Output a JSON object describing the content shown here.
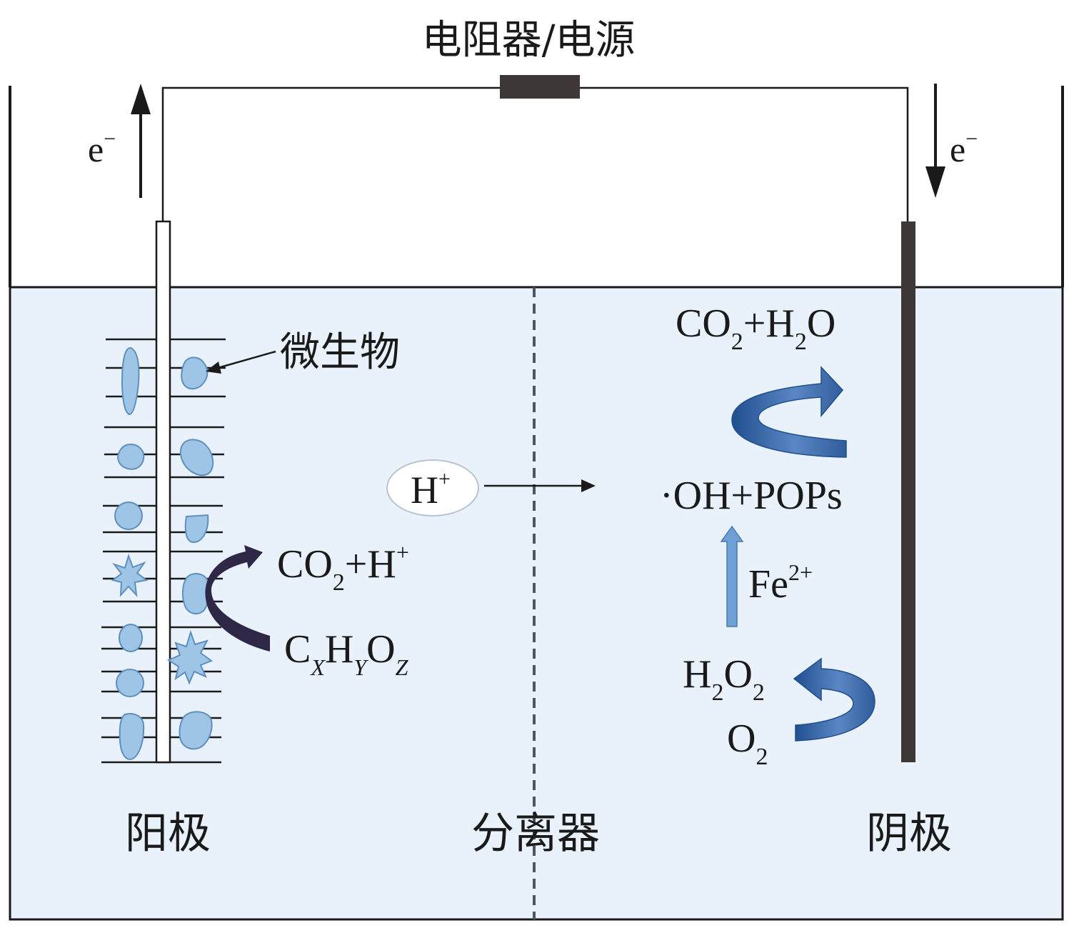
{
  "labels": {
    "title": "电阻器/电源",
    "electron_left": "e",
    "electron_right": "e",
    "electron_sup": "−",
    "microbe": "微生物",
    "anode": "阳极",
    "separator": "分离器",
    "cathode": "阴极",
    "proton": "H",
    "proton_sup": "+"
  },
  "anode_reaction": {
    "product": {
      "co": "CO",
      "sub2": "2",
      "plus": "+H",
      "sup": "+"
    },
    "substrate": {
      "c": "C",
      "x": "X",
      "h": "H",
      "y": "Y",
      "o": "O",
      "z": "Z"
    }
  },
  "cathode_reaction": {
    "final_product": {
      "co": "CO",
      "sub2a": "2",
      "plus_h": "+H",
      "sub2b": "2",
      "o": "O"
    },
    "radical": "·OH+POPs",
    "catalyst": {
      "fe": "Fe",
      "sup": "2+"
    },
    "h2o2": {
      "h": "H",
      "sub1": "2",
      "o": "O",
      "sub2": "2"
    },
    "o2": {
      "o": "O",
      "sub": "2"
    }
  },
  "colors": {
    "electrolyte": "#e9f2fb",
    "microbe_fill": "#9ec5e6",
    "microbe_stroke": "#5d8fc0",
    "cathode_rod": "#3d3735",
    "resistor": "#3d3735",
    "anode_arrow": "#2e2846",
    "cathode_arrow": "#3d6ba8",
    "fe_arrow": "#6f9fd4",
    "separator": "#4a5566"
  }
}
